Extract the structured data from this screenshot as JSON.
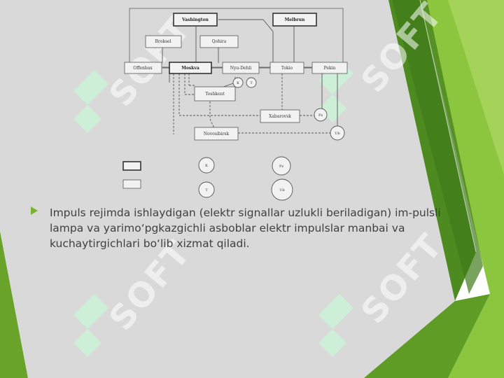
{
  "diagram": {
    "nodes": {
      "vashington": "Vashington",
      "melburn": "Melbrun",
      "brokseil": "Broksel",
      "qohira": "Qohira",
      "offenbax": "Offenbax",
      "moskva": "Moskva",
      "nyu_dehli": "Nyu-Dehli",
      "tokio": "Tokio",
      "pekin": "Pekin",
      "toshkent": "Toshkent",
      "xabarovsk": "Xabarovsk",
      "novosibirsk": "Novosibirsk"
    },
    "circles": {
      "k": "K",
      "t": "T",
      "pz": "Pz",
      "ub": "Ub"
    },
    "legend": {
      "k": "K",
      "t": "T",
      "pz": "Pz",
      "ub": "Ub"
    }
  },
  "body": {
    "bullet_text": " Impuls rejimda ishlaydigan (elektr signallar uzlukli beriladigan) im-pulsli lampa va yarimo‘pgkazgichli asboblar elektr impulslar manbai va kuchaytirgichlari bo‘lib xizmat qiladi."
  },
  "colors": {
    "slide_gray": "#d9d9d9",
    "accent_green": "#7ab32e",
    "dark_green": "#4d8a1f",
    "text": "#404040"
  }
}
